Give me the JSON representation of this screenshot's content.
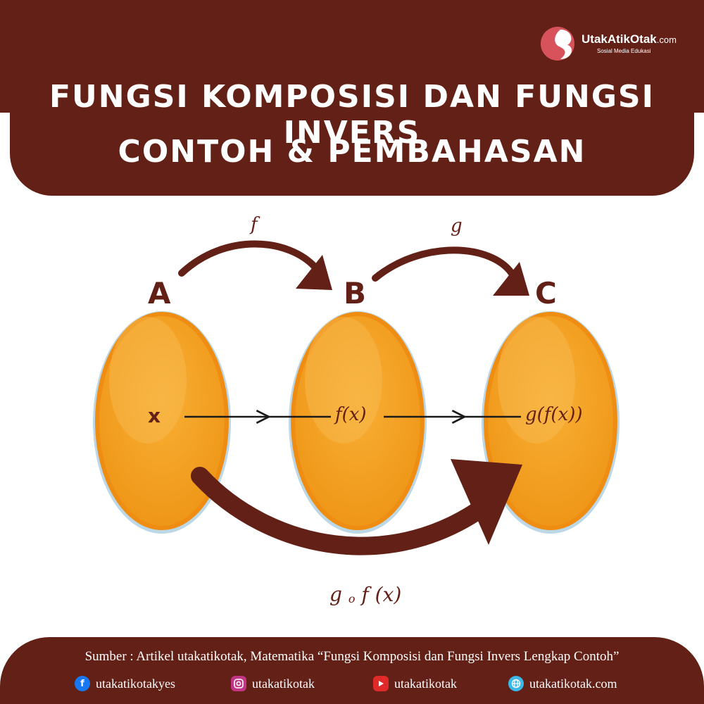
{
  "brand": {
    "name": "UtakAtikOtak",
    "domain_suffix": ".com",
    "tagline": "Sosial Media Edukasi"
  },
  "title": {
    "line1": "FUNGSI KOMPOSISI DAN FUNGSI INVERS",
    "line2": "CONTOH & PEMBAHASAN"
  },
  "diagram": {
    "sets": [
      "A",
      "B",
      "C"
    ],
    "functions": {
      "f": "f",
      "g": "g"
    },
    "elements": {
      "a": "x",
      "b": "f(x)",
      "c": "g(f(x))"
    },
    "composition": {
      "g": "g",
      "op": "o",
      "rest": "f (x)"
    },
    "colors": {
      "set_fill": "#F5A020",
      "set_rim": "#EF8C12",
      "set_glow": "#BCD7E6",
      "arrow": "#632017"
    }
  },
  "footer": {
    "source": "Sumber : Artikel utakatikotak, Matematika “Fungsi Komposisi dan Fungsi Invers Lengkap Contoh”",
    "social": [
      {
        "icon": "facebook-icon",
        "handle": "utakatikotakyes"
      },
      {
        "icon": "instagram-icon",
        "handle": "utakatikotak"
      },
      {
        "icon": "youtube-icon",
        "handle": "utakatikotak"
      },
      {
        "icon": "web-icon",
        "handle": "utakatikotak.com"
      }
    ]
  }
}
